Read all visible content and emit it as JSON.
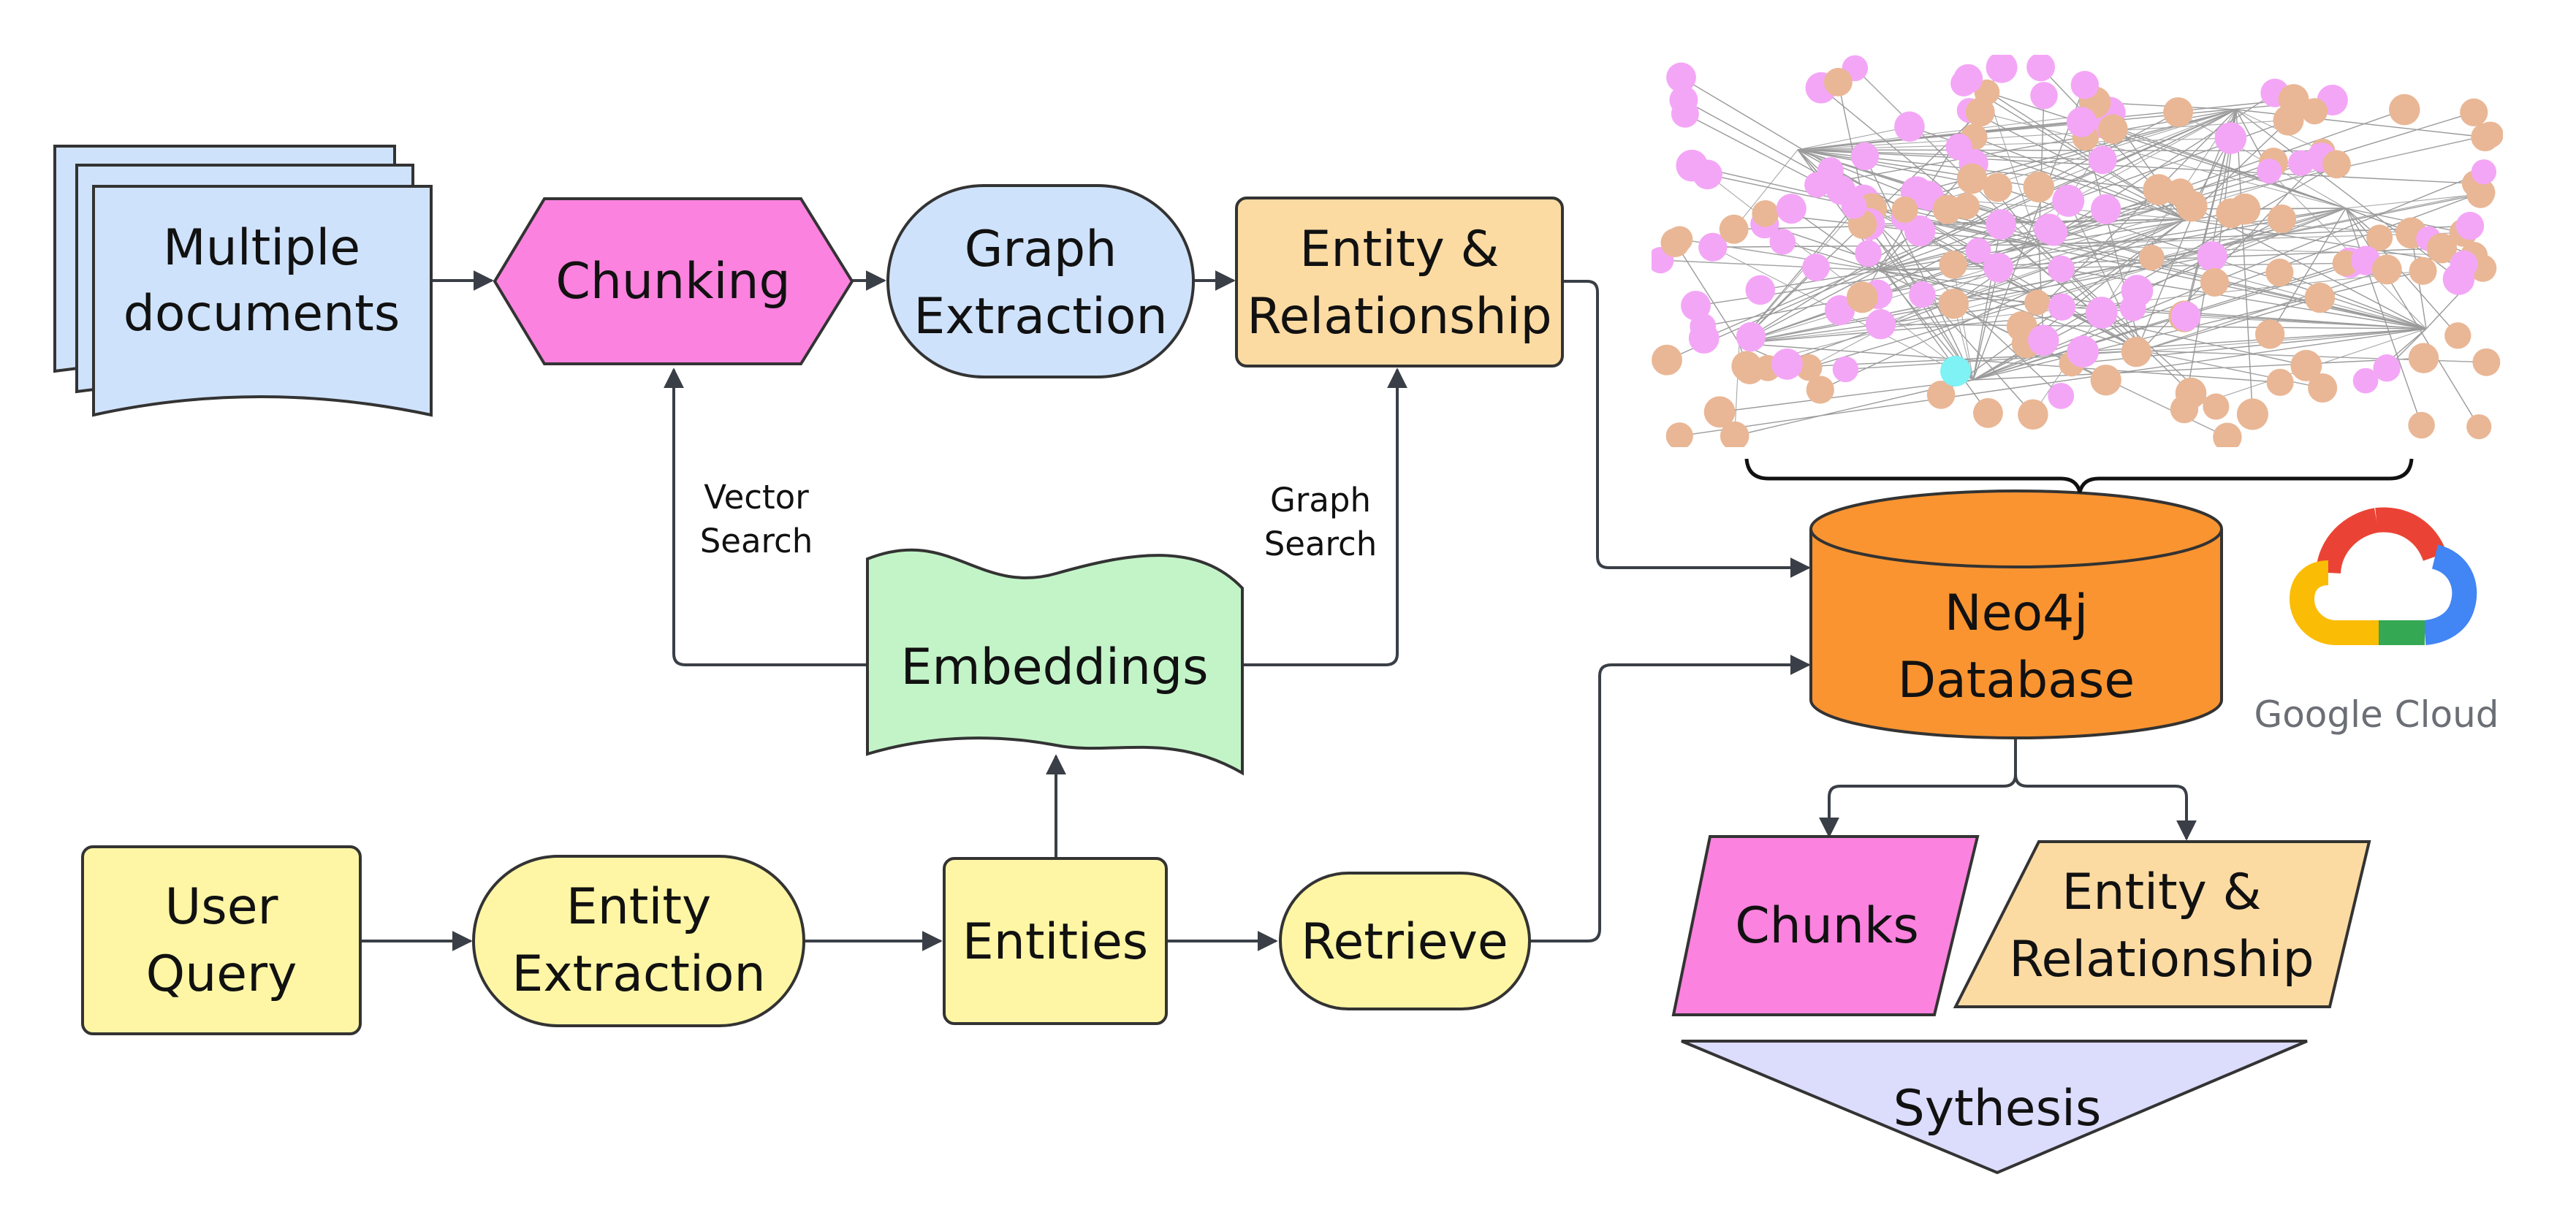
{
  "nodes": {
    "documents": {
      "line1": "Multiple",
      "line2": "documents"
    },
    "chunking": {
      "label": "Chunking"
    },
    "graph_extraction": {
      "line1": "Graph",
      "line2": "Extraction"
    },
    "entity_relationship_top": {
      "line1": "Entity &",
      "line2": "Relationship"
    },
    "embeddings": {
      "label": "Embeddings"
    },
    "user_query": {
      "line1": "User",
      "line2": "Query"
    },
    "entity_extraction": {
      "line1": "Entity",
      "line2": "Extraction"
    },
    "entities": {
      "label": "Entities"
    },
    "retrieve": {
      "label": "Retrieve"
    },
    "neo4j": {
      "line1": "Neo4j",
      "line2": "Database"
    },
    "chunks": {
      "label": "Chunks"
    },
    "entity_relationship_bottom": {
      "line1": "Entity &",
      "line2": "Relationship"
    },
    "synthesis": {
      "label": "Sythesis"
    }
  },
  "edge_labels": {
    "vector_search": {
      "line1": "Vector",
      "line2": "Search"
    },
    "graph_search": {
      "line1": "Graph",
      "line2": "Search"
    }
  },
  "logo": {
    "text": "Google Cloud"
  },
  "graph_visualization": {
    "description_icon": "knowledge-graph-screenshot"
  },
  "colors": {
    "documents": "#cfe2fb",
    "chunking": "#fb82df",
    "graph_extraction": "#cfe2fb",
    "entity_relationship": "#fcdba3",
    "embeddings": "#c3f4c8",
    "query_nodes": "#fef6a5",
    "neo4j": "#f99431",
    "chunks": "#fb82df",
    "synthesis": "#dcdcfd",
    "graph_pink": "#f4a6f6",
    "graph_tan": "#e9b796",
    "graph_cyan": "#7ef2f4"
  }
}
